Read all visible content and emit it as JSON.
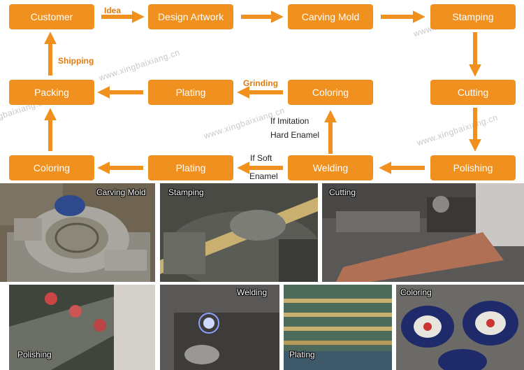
{
  "steps": {
    "customer": "Customer",
    "design_artwork": "Design Artwork",
    "carving_mold": "Carving Mold",
    "stamping": "Stamping",
    "cutting": "Cutting",
    "polishing": "Polishing",
    "welding": "Welding",
    "plating_bottom": "Plating",
    "coloring_bottom": "Coloring",
    "packing": "Packing",
    "plating_mid": "Plating",
    "coloring_mid": "Coloring"
  },
  "labels": {
    "idea": "Idea",
    "shipping": "Shipping",
    "grinding": "Grinding",
    "if_imitation_line1": "If Imitation",
    "if_imitation_line2": "Hard Enamel",
    "if_soft_line1": "If Soft",
    "if_soft_line2": "Enamel"
  },
  "watermark": "www.xingbaixiang.cn",
  "photos": {
    "carving_mold": "Carving Mold",
    "stamping": "Stamping",
    "cutting": "Cutting",
    "polishing": "Polishing",
    "welding": "Welding",
    "plating": "Plating",
    "coloring": "Coloring"
  },
  "colors": {
    "box": "#f0901e",
    "arrow": "#f0901e",
    "label_orange": "#e07b10"
  }
}
